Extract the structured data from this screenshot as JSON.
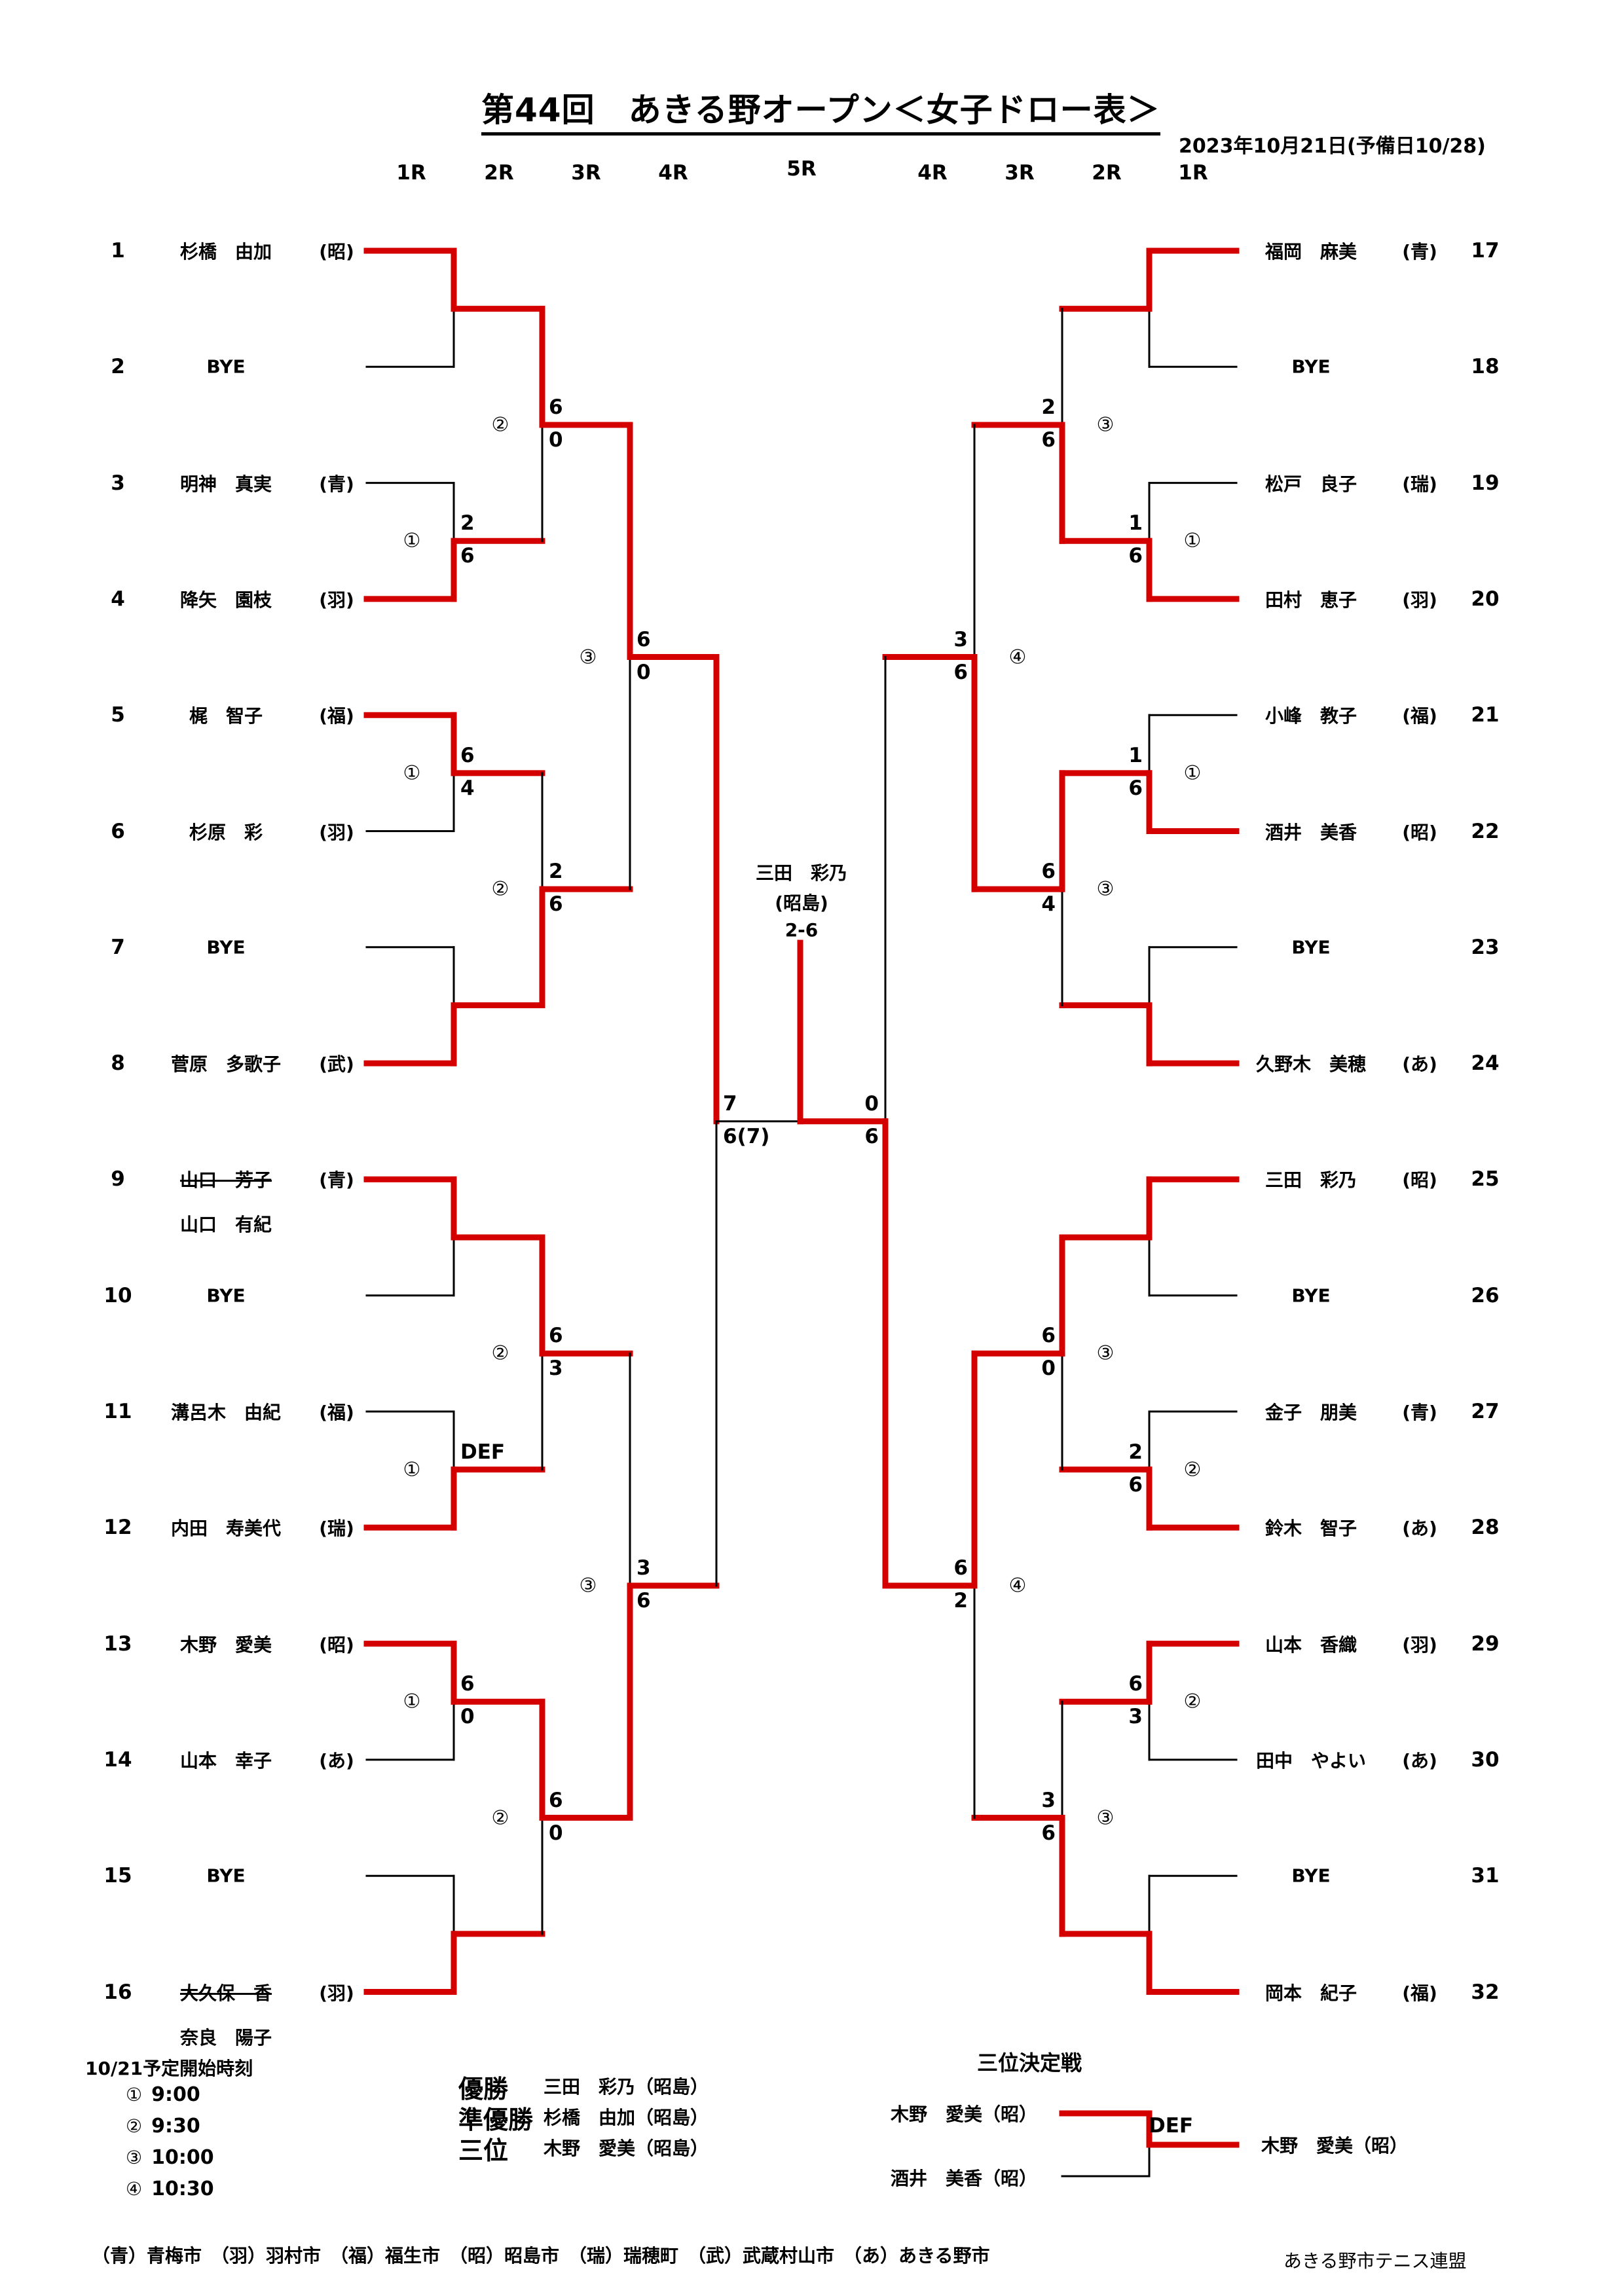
{
  "header": {
    "title": "第44回　あきる野オープン＜女子ドロー表＞",
    "date": "2023年10月21日(予備日10/28)",
    "rounds_left": [
      "1R",
      "2R",
      "3R",
      "4R"
    ],
    "round_center": "5R",
    "rounds_right": [
      "4R",
      "3R",
      "2R",
      "1R"
    ]
  },
  "colors": {
    "winner_line": "#d40000",
    "line": "#000000"
  },
  "players": [
    {
      "no": "1",
      "name": "杉橋　由加",
      "aff": "(昭)"
    },
    {
      "no": "2",
      "name": "BYE",
      "aff": ""
    },
    {
      "no": "3",
      "name": "明神　真実",
      "aff": "(青)"
    },
    {
      "no": "4",
      "name": "降矢　園枝",
      "aff": "(羽)"
    },
    {
      "no": "5",
      "name": "梶　智子",
      "aff": "(福)"
    },
    {
      "no": "6",
      "name": "杉原　彩",
      "aff": "(羽)"
    },
    {
      "no": "7",
      "name": "BYE",
      "aff": ""
    },
    {
      "no": "8",
      "name": "菅原　多歌子",
      "aff": "(武)"
    },
    {
      "no": "9",
      "name": "山口　芳子",
      "aff": "(青)",
      "struck": true,
      "substitute": "山口　有紀"
    },
    {
      "no": "10",
      "name": "BYE",
      "aff": ""
    },
    {
      "no": "11",
      "name": "溝呂木　由紀",
      "aff": "(福)"
    },
    {
      "no": "12",
      "name": "内田　寿美代",
      "aff": "(瑞)"
    },
    {
      "no": "13",
      "name": "木野　愛美",
      "aff": "(昭)"
    },
    {
      "no": "14",
      "name": "山本　幸子",
      "aff": "(あ)"
    },
    {
      "no": "15",
      "name": "BYE",
      "aff": ""
    },
    {
      "no": "16",
      "name": "大久保　香",
      "aff": "(羽)",
      "struck": true,
      "substitute": "奈良　陽子"
    },
    {
      "no": "17",
      "name": "福岡　麻美",
      "aff": "(青)"
    },
    {
      "no": "18",
      "name": "BYE",
      "aff": ""
    },
    {
      "no": "19",
      "name": "松戸　良子",
      "aff": "(瑞)"
    },
    {
      "no": "20",
      "name": "田村　恵子",
      "aff": "(羽)"
    },
    {
      "no": "21",
      "name": "小峰　教子",
      "aff": "(福)"
    },
    {
      "no": "22",
      "name": "酒井　美香",
      "aff": "(昭)"
    },
    {
      "no": "23",
      "name": "BYE",
      "aff": ""
    },
    {
      "no": "24",
      "name": "久野木　美穂",
      "aff": "(あ)"
    },
    {
      "no": "25",
      "name": "三田　彩乃",
      "aff": "(昭)"
    },
    {
      "no": "26",
      "name": "BYE",
      "aff": ""
    },
    {
      "no": "27",
      "name": "金子　朋美",
      "aff": "(青)"
    },
    {
      "no": "28",
      "name": "鈴木　智子",
      "aff": "(あ)"
    },
    {
      "no": "29",
      "name": "山本　香織",
      "aff": "(羽)"
    },
    {
      "no": "30",
      "name": "田中　やよい",
      "aff": "(あ)"
    },
    {
      "no": "31",
      "name": "BYE",
      "aff": ""
    },
    {
      "no": "32",
      "name": "岡本　紀子",
      "aff": "(福)"
    }
  ],
  "matches": {
    "left": [
      [
        {
          "winner": "top",
          "scores": [
            "",
            ""
          ],
          "session": ""
        },
        {
          "winner": "bottom",
          "scores": [
            "2",
            "6"
          ],
          "session": "①"
        },
        {
          "winner": "top",
          "scores": [
            "6",
            "4"
          ],
          "session": "①"
        },
        {
          "winner": "bottom",
          "scores": [
            "",
            ""
          ],
          "session": ""
        },
        {
          "winner": "top",
          "scores": [
            "",
            ""
          ],
          "session": ""
        },
        {
          "winner": "bottom",
          "scores": [
            "DEF",
            ""
          ],
          "session": "①"
        },
        {
          "winner": "top",
          "scores": [
            "6",
            "0"
          ],
          "session": "①"
        },
        {
          "winner": "bottom",
          "scores": [
            "",
            ""
          ],
          "session": ""
        }
      ],
      [
        {
          "winner": "top",
          "scores": [
            "6",
            "0"
          ],
          "session": "②"
        },
        {
          "winner": "bottom",
          "scores": [
            "2",
            "6"
          ],
          "session": "②"
        },
        {
          "winner": "top",
          "scores": [
            "6",
            "3"
          ],
          "session": "②"
        },
        {
          "winner": "top",
          "scores": [
            "6",
            "0"
          ],
          "session": "②"
        }
      ],
      [
        {
          "winner": "top",
          "scores": [
            "6",
            "0"
          ],
          "session": "③"
        },
        {
          "winner": "bottom",
          "scores": [
            "3",
            "6"
          ],
          "session": "③"
        }
      ],
      [
        {
          "winner": "top",
          "scores": [
            "7",
            "6(7)"
          ],
          "session": ""
        }
      ]
    ],
    "right": [
      [
        {
          "winner": "top",
          "scores": [
            "",
            ""
          ],
          "session": ""
        },
        {
          "winner": "bottom",
          "scores": [
            "1",
            "6"
          ],
          "session": "①"
        },
        {
          "winner": "bottom",
          "scores": [
            "1",
            "6"
          ],
          "session": "①"
        },
        {
          "winner": "bottom",
          "scores": [
            "",
            ""
          ],
          "session": ""
        },
        {
          "winner": "top",
          "scores": [
            "",
            ""
          ],
          "session": ""
        },
        {
          "winner": "bottom",
          "scores": [
            "2",
            "6"
          ],
          "session": "②"
        },
        {
          "winner": "top",
          "scores": [
            "6",
            "3"
          ],
          "session": "②"
        },
        {
          "winner": "bottom",
          "scores": [
            "",
            ""
          ],
          "session": ""
        }
      ],
      [
        {
          "winner": "bottom",
          "scores": [
            "2",
            "6"
          ],
          "session": "③"
        },
        {
          "winner": "top",
          "scores": [
            "6",
            "4"
          ],
          "session": "③"
        },
        {
          "winner": "top",
          "scores": [
            "6",
            "0"
          ],
          "session": "③"
        },
        {
          "winner": "bottom",
          "scores": [
            "3",
            "6"
          ],
          "session": "③"
        }
      ],
      [
        {
          "winner": "bottom",
          "scores": [
            "3",
            "6"
          ],
          "session": "④"
        },
        {
          "winner": "top",
          "scores": [
            "6",
            "2"
          ],
          "session": "④"
        }
      ],
      [
        {
          "winner": "bottom",
          "scores": [
            "0",
            "6"
          ],
          "session": ""
        }
      ]
    ],
    "final": {
      "winner_side": "right"
    }
  },
  "champion": {
    "name": "三田　彩乃",
    "aff": "(昭島)",
    "score": "2-6"
  },
  "schedule": {
    "title": "10/21予定開始時刻",
    "items": [
      {
        "mark": "①",
        "time": "9:00"
      },
      {
        "mark": "②",
        "time": "9:30"
      },
      {
        "mark": "③",
        "time": "10:00"
      },
      {
        "mark": "④",
        "time": "10:30"
      }
    ]
  },
  "results": [
    {
      "label": "優勝",
      "name": "三田　彩乃",
      "aff": "（昭島）"
    },
    {
      "label": "準優勝",
      "name": "杉橋　由加",
      "aff": "（昭島）"
    },
    {
      "label": "三位",
      "name": "木野　愛美",
      "aff": "（昭島）"
    }
  ],
  "third_place": {
    "title": "三位決定戦",
    "top": "木野　愛美（昭）",
    "bottom": "酒井　美香（昭）",
    "score": "DEF",
    "winner": "木野　愛美（昭）",
    "winner_pos": "top"
  },
  "legend": "（青）青梅市　（羽）羽村市　（福）福生市　（昭）昭島市　（瑞）瑞穂町　（武）武蔵村山市　（あ）あきる野市",
  "organizer": "あきる野市テニス連盟"
}
